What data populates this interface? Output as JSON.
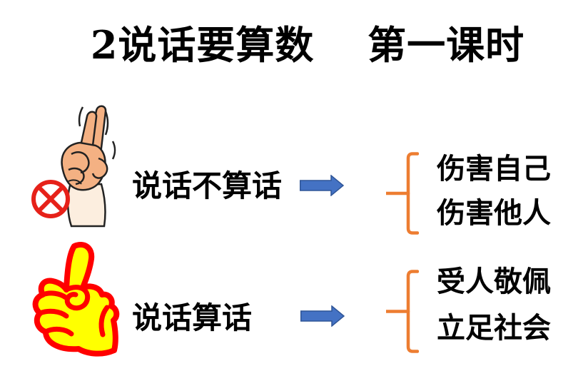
{
  "title": "2说话要算数　 第一课时",
  "colors": {
    "background": "#ffffff",
    "text": "#000000",
    "arrow_fill": "#4472C4",
    "arrow_border": "#2F5597",
    "brace_orange": "#ED7D31",
    "hand_skin": "#F4B183",
    "prohibition_red": "#E62119",
    "thumb_yellow": "#FFFF00",
    "thumb_outline": "#FF0000"
  },
  "rows": [
    {
      "icon": "broken-promise-hand-with-no-symbol",
      "label": "说话不算话",
      "outcomes": [
        "伤害自己",
        "伤害他人"
      ]
    },
    {
      "icon": "thumbs-up",
      "label": "说话算话",
      "outcomes": [
        "受人敬佩",
        "立足社会"
      ]
    }
  ]
}
